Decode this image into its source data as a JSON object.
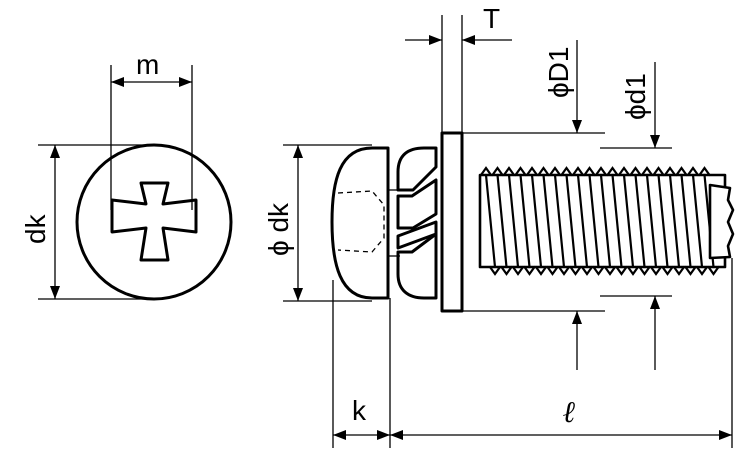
{
  "labels": {
    "m": "m",
    "dk": "dk",
    "phi_dk": "ϕ dk",
    "T": "T",
    "phi_D1": "ϕD1",
    "phi_d1": "ϕd1",
    "k": "k",
    "l": "ℓ"
  },
  "colors": {
    "line": "#000000",
    "background": "#ffffff"
  }
}
